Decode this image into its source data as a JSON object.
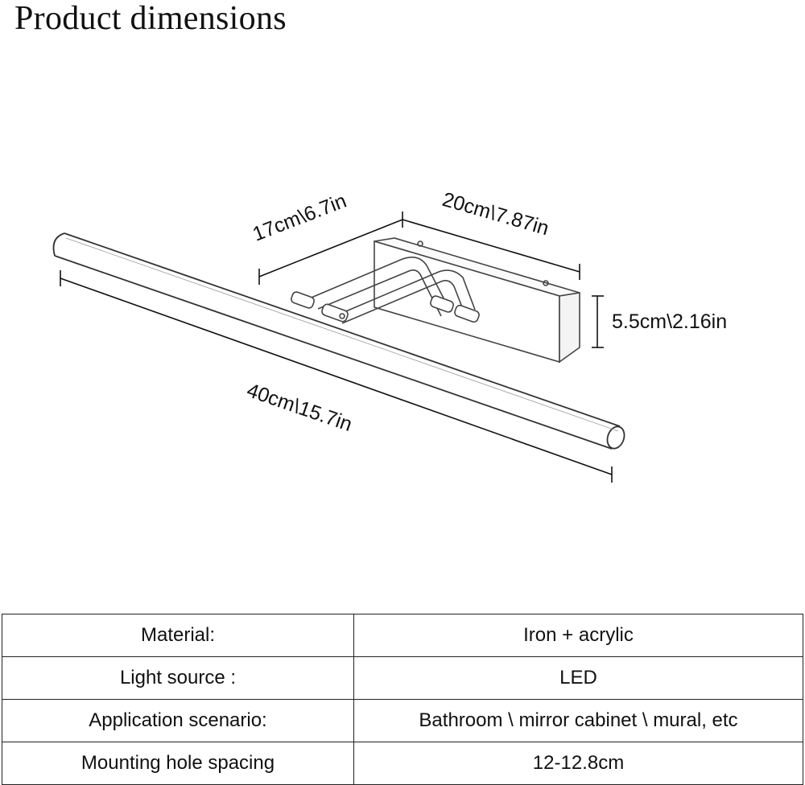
{
  "title": "Product dimensions",
  "dimensions": {
    "arm_length": "17cm\\6.7in",
    "base_width": "20cm\\7.87in",
    "base_height": "5.5cm\\2.16in",
    "total_length": "40cm\\15.7in"
  },
  "specs": [
    {
      "label": "Material:",
      "value": "Iron + acrylic"
    },
    {
      "label": "Light source :",
      "value": "LED"
    },
    {
      "label": "Application scenario:",
      "value": "Bathroom \\ mirror cabinet \\ mural, etc"
    },
    {
      "label": "Mounting hole spacing",
      "value": "12-12.8cm"
    }
  ]
}
